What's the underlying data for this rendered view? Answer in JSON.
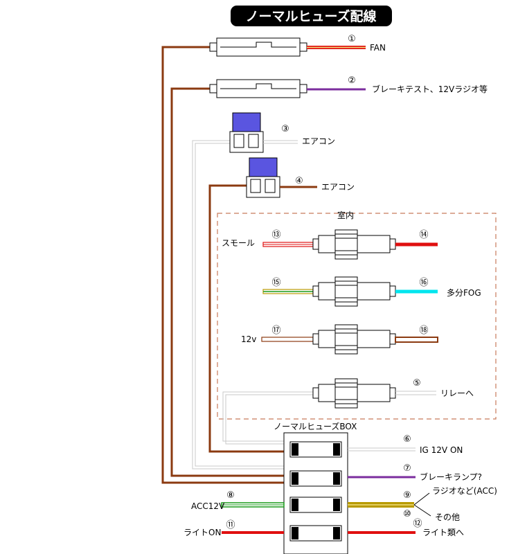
{
  "title": "ノーマルヒューズ配線",
  "colors": {
    "brown": "#8b3a10",
    "purple": "#7b2d9e",
    "red": "#e01010",
    "green": "#1a9a1a",
    "gold": "#b89a00",
    "cyan": "#00e5ee",
    "gray": "#c8c8c8",
    "fuse_blue": "#5a55e0",
    "dashed_border": "#c87a5a"
  },
  "numbers": {
    "n1": "①",
    "n2": "②",
    "n3": "③",
    "n4": "④",
    "n5": "⑤",
    "n6": "⑥",
    "n7": "⑦",
    "n8": "⑧",
    "n9": "⑨",
    "n10": "⑩",
    "n11": "⑪",
    "n12": "⑫",
    "n13": "⑬",
    "n14": "⑭",
    "n15": "⑮",
    "n16": "⑯",
    "n17": "⑰",
    "n18": "⑱"
  },
  "labels": {
    "fan": "FAN",
    "brake_test": "ブレーキテスト、12Vラジオ等",
    "aircon1": "エアコン",
    "aircon2": "エアコン",
    "indoor": "室内",
    "small": "スモール",
    "fog": "多分FOG",
    "v12": "12v",
    "to_relay": "リレーへ",
    "fuse_box": "ノーマルヒューズBOX",
    "ig12v": "IG 12V ON",
    "brake_lamp": "ブレーキランプ?",
    "acc12v": "ACC12V",
    "radio_acc": "ラジオなど(ACC)",
    "others": "その他",
    "light_on": "ライトON",
    "lights": "ライト類へ"
  }
}
